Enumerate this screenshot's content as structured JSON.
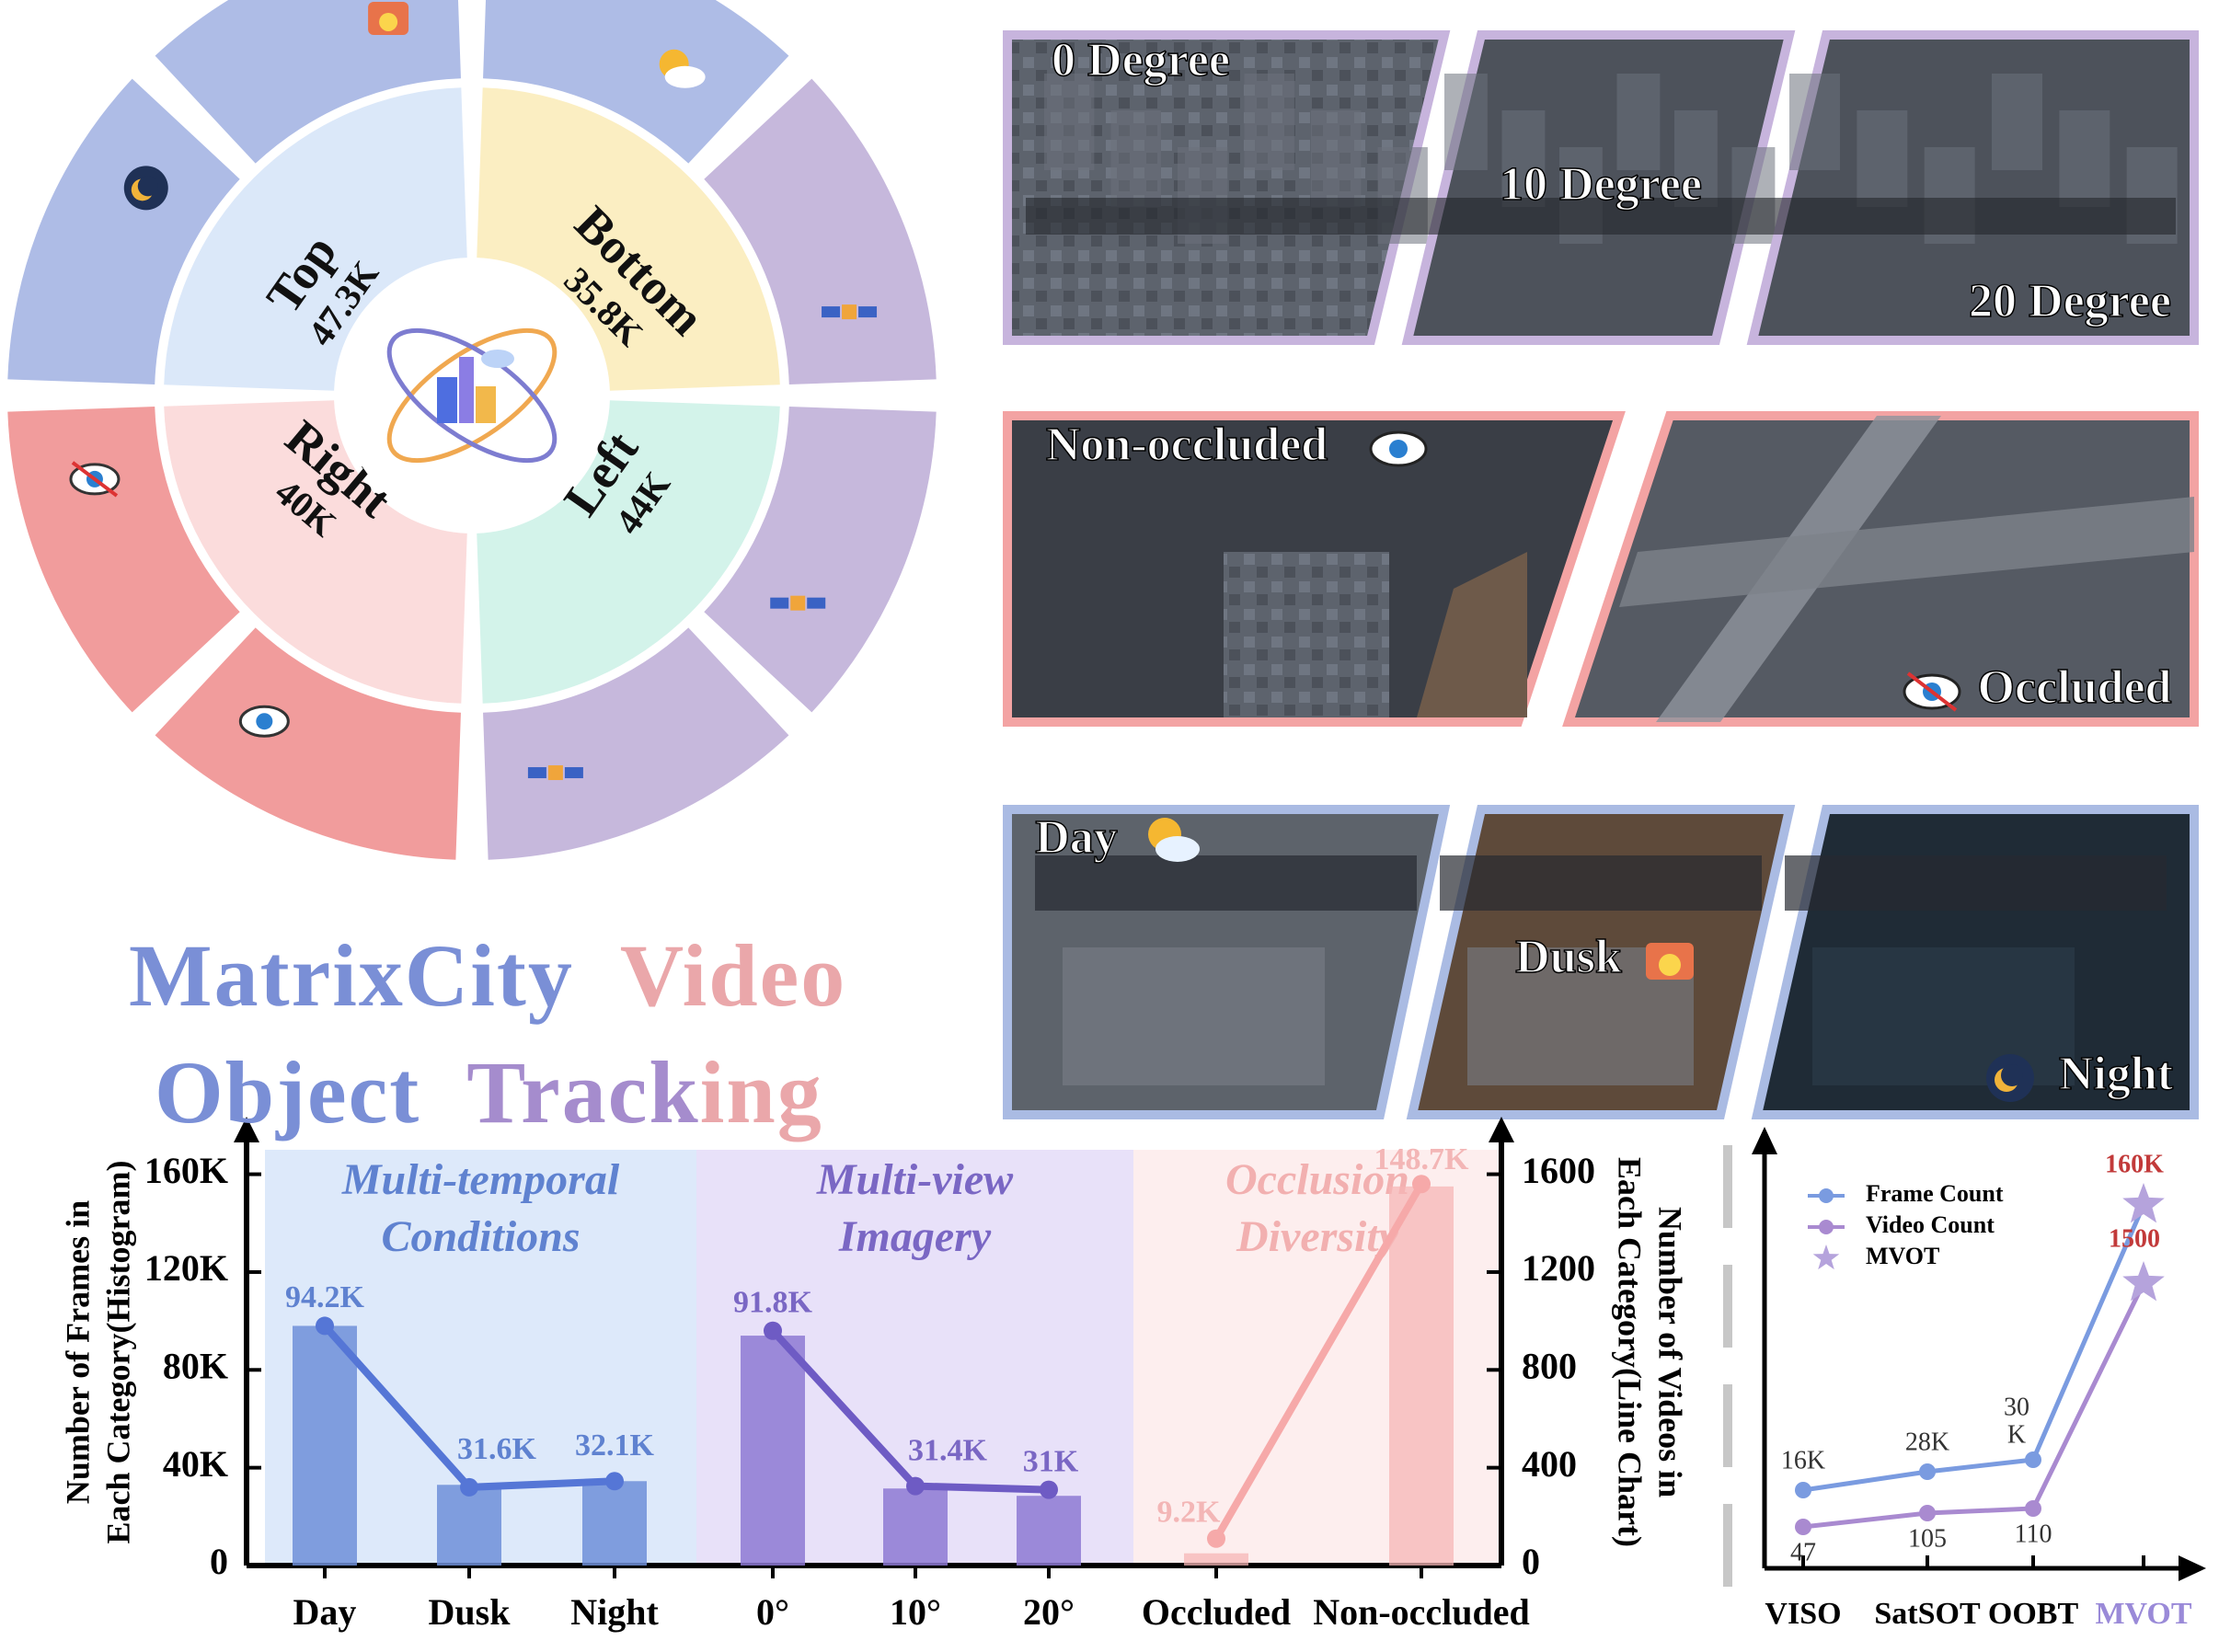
{
  "wheel": {
    "center_icon": "city-atom-icon",
    "inner": [
      {
        "label": "Top",
        "value": "47.3K",
        "color": "#dbe8f9"
      },
      {
        "label": "Bottom",
        "value": "35.8K",
        "color": "#fbeec2"
      },
      {
        "label": "Left",
        "value": "44K",
        "color": "#d3f3ea"
      },
      {
        "label": "Right",
        "value": "40K",
        "color": "#fbdcdc"
      }
    ],
    "outer": [
      {
        "label": "Day",
        "icon": "sun-cloud-icon",
        "color": "#aebce6"
      },
      {
        "label": "0°",
        "icon": "satellite-icon",
        "color": "#c6b8dc"
      },
      {
        "label": "10°",
        "icon": "satellite-icon",
        "color": "#c6b8dc"
      },
      {
        "label": "20°",
        "icon": "satellite-icon",
        "color": "#c6b8dc"
      },
      {
        "label": "Non-\noccluded",
        "icon": "eye-icon",
        "color": "#f19c9c"
      },
      {
        "label": "Occluded",
        "icon": "eye-crossed-icon",
        "color": "#f19c9c"
      },
      {
        "label": "Night",
        "icon": "moon-icon",
        "color": "#aebce6"
      },
      {
        "label": "Dusk",
        "icon": "sunset-icon",
        "color": "#aebce6"
      }
    ]
  },
  "title": {
    "line1a": "MatrixCity",
    "line1b": "Video",
    "line2a": "Object",
    "line2b": "Track",
    "line2c": "ing"
  },
  "panels": {
    "row1": {
      "labels": [
        "0 Degree",
        "10 Degree",
        "20 Degree"
      ],
      "border": "#c7b4dd"
    },
    "row2": {
      "labels": [
        "Non-occluded",
        "Occluded"
      ],
      "border": "#f3a3a3"
    },
    "row3": {
      "labels": [
        "Day",
        "Dusk",
        "Night"
      ],
      "border": "#aabbe3"
    }
  },
  "chart_data": [
    {
      "type": "bar",
      "ylabel": "Number of Frames in\nEach Category(Histogram)",
      "y2label": "Number of Videos in\nEach Category(Line Chart)",
      "ylim": [
        0,
        170000
      ],
      "y2lim": [
        0,
        1700
      ],
      "yticks": [
        "0",
        "40K",
        "80K",
        "120K",
        "160K"
      ],
      "y2ticks": [
        "0",
        "400",
        "800",
        "1200",
        "1600"
      ],
      "groups": [
        {
          "name": "Multi-temporal\nConditions",
          "color": "#6f8fd8",
          "bg": "#dde9fa",
          "title_color": "#5f82d0"
        },
        {
          "name": "Multi-view\nImagery",
          "color": "#8d79d4",
          "bg": "#e8e1f9",
          "title_color": "#7a67c4"
        },
        {
          "name": "Occlusion\nDiversity",
          "color": "#f6b6b6",
          "bg": "#fdeeee",
          "title_color": "#f2b0b0"
        }
      ],
      "categories": [
        "Day",
        "Dusk",
        "Night",
        "0°",
        "10°",
        "20°",
        "Occluded",
        "Non-occluded"
      ],
      "group_index": [
        0,
        0,
        0,
        1,
        1,
        1,
        2,
        2
      ],
      "values": [
        98000,
        33000,
        34500,
        94000,
        31500,
        28500,
        5000,
        155000
      ],
      "value_labels": [
        "94.2K",
        "31.6K",
        "32.1K",
        "91.8K",
        "31.4K",
        "31K",
        "9.2K",
        "148.7K"
      ],
      "line_values": [
        980,
        320,
        345,
        960,
        325,
        310,
        110,
        1560
      ],
      "grid": false
    },
    {
      "type": "line",
      "categories": [
        "VISO",
        "SatSOT",
        "OOBT",
        "MVOT"
      ],
      "legend_position": "top-left",
      "series": [
        {
          "name": "Frame Count",
          "values": [
            16,
            28,
            30,
            160
          ],
          "labels": [
            "16K",
            "28K",
            "30\nK",
            "160K"
          ],
          "color": "#7a9be0"
        },
        {
          "name": "Video Count",
          "values": [
            47,
            105,
            110,
            1500
          ],
          "labels": [
            "47",
            "105",
            "110",
            "1500"
          ],
          "color": "#a98ad0"
        }
      ],
      "marker_legend": {
        "name": "MVOT",
        "color": "#b5a3dc"
      },
      "grid": false
    }
  ]
}
